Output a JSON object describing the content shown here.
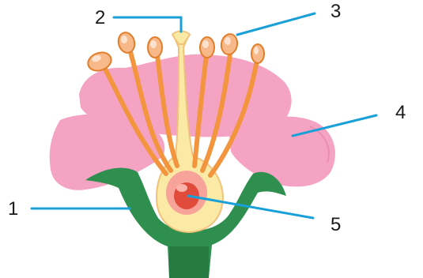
{
  "colors": {
    "petal": "#f4a3c2",
    "petal_edge": "#e98eb1",
    "sepal": "#2f8f4f",
    "sepal_dark": "#247a40",
    "filament": "#f3953f",
    "filament_edge": "#e07e2b",
    "anther": "#f7b98a",
    "anther_highlight": "#fde3cf",
    "carpel": "#fbeaa6",
    "carpel_edge": "#f1c27a",
    "ovary_outer": "#f7a39a",
    "ovary_inner": "#e04b3c",
    "ovule_highlight": "#f9b3a8",
    "leader_line": "#1aa0d8"
  },
  "labels": [
    {
      "id": "1",
      "text": "1",
      "points_to": "sepal"
    },
    {
      "id": "2",
      "text": "2",
      "points_to": "stigma"
    },
    {
      "id": "3",
      "text": "3",
      "points_to": "anther"
    },
    {
      "id": "4",
      "text": "4",
      "points_to": "petal"
    },
    {
      "id": "5",
      "text": "5",
      "points_to": "ovule"
    }
  ]
}
